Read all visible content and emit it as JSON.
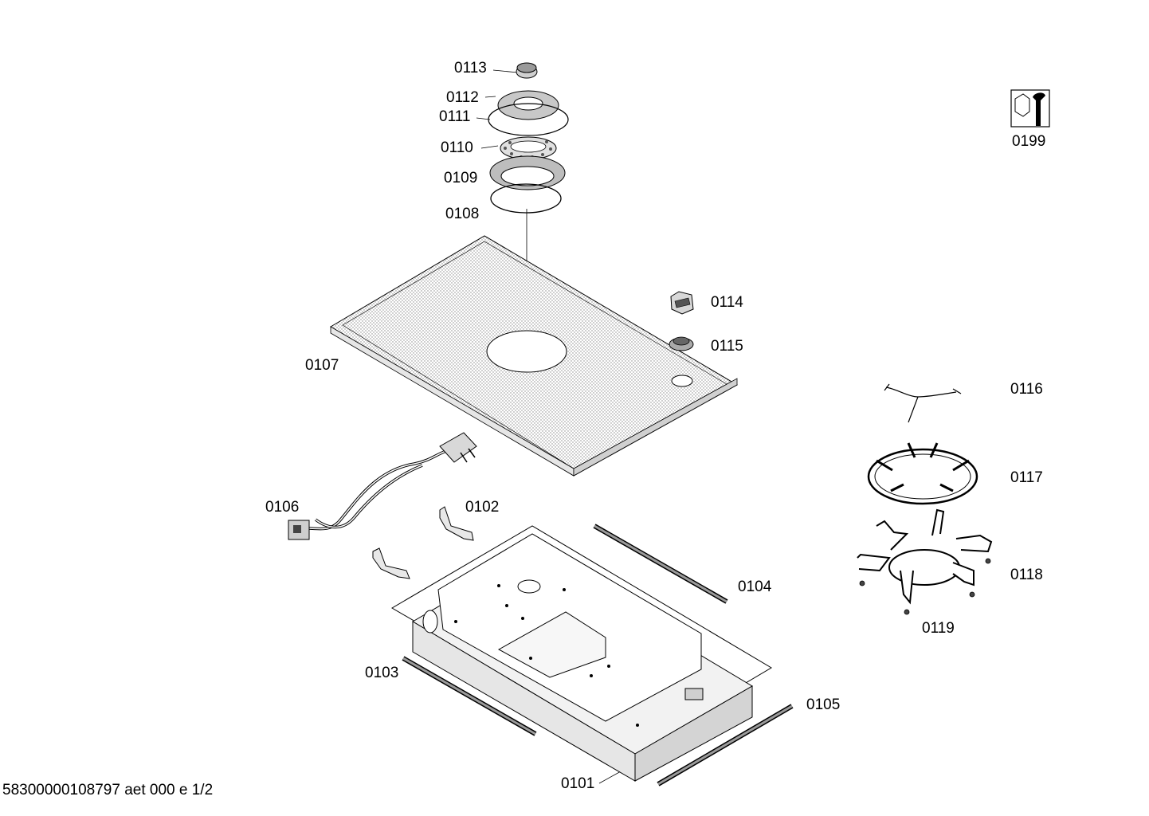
{
  "parts": {
    "p0101": "0101",
    "p0102": "0102",
    "p0103": "0103",
    "p0104": "0104",
    "p0105": "0105",
    "p0106": "0106",
    "p0107": "0107",
    "p0108": "0108",
    "p0109": "0109",
    "p0110": "0110",
    "p0111": "0111",
    "p0112": "0112",
    "p0113": "0113",
    "p0114": "0114",
    "p0115": "0115",
    "p0116": "0116",
    "p0117": "0117",
    "p0118": "0118",
    "p0119": "0119",
    "p0199": "0199"
  },
  "footer": "58300000108797 aet 000 e 1/2",
  "icons": {
    "service": "tools-icon"
  }
}
